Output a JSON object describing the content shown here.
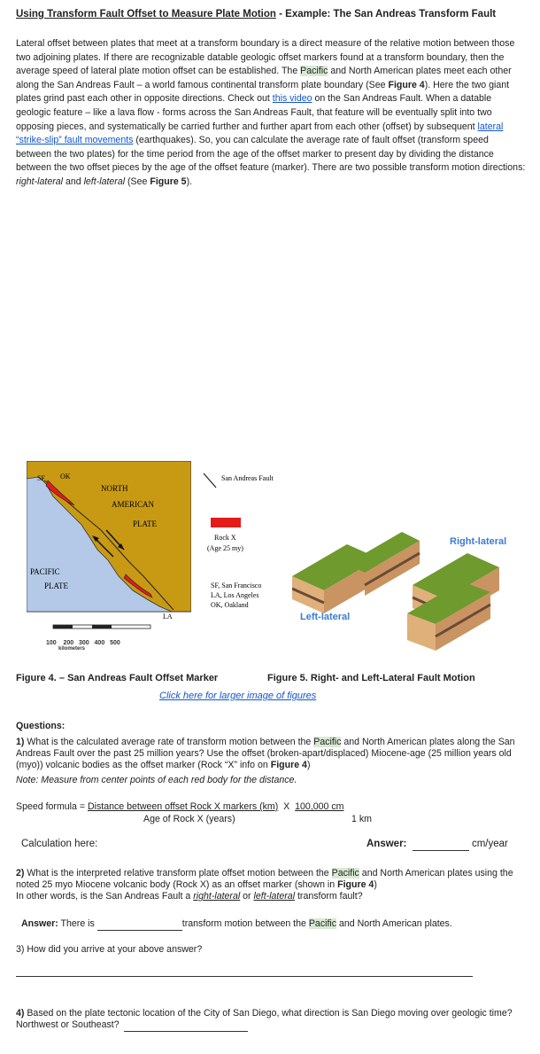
{
  "title": {
    "main": "Using Transform Fault Offset to Measure Plate Motion",
    "sep": " - ",
    "example": "Example: The San Andreas Transform Fault"
  },
  "intro": {
    "t1": "Lateral offset between plates that meet at a transform boundary is a direct measure of the relative motion between those two adjoining plates.  If there are recognizable datable geologic offset markers found at a transform boundary, then the average speed of lateral plate motion offset can be established.  The ",
    "pacific": "Pacific",
    "t2": " and North American plates meet each other along the San Andreas Fault – a world famous continental transform plate boundary (See ",
    "fig4": "Figure 4",
    "t3": ").  Here the two giant plates grind past each other in opposite directions. Check out ",
    "video_link": "this video",
    "t4": " on the San Andreas Fault.  When a datable geologic feature – like a lava flow - forms across the San Andreas Fault, that feature will be eventually split into two opposing pieces, and systematically be carried further and further apart from each other (offset) by subsequent ",
    "ss_link": "lateral “strike-slip” fault movements",
    "t5": " (earthquakes).  So, you can calculate the average rate of fault offset (transform speed between the two plates) for the time period from the age of the offset marker to present day by dividing the distance between the two offset pieces by the age of the offset feature (marker).  There are two possible transform motion directions: ",
    "rl": "right-lateral",
    "and": " and ",
    "ll": "left-lateral",
    "t6": " (See ",
    "fig5": "Figure 5",
    "t7": ")."
  },
  "map": {
    "ok": "OK",
    "sf": "SF",
    "north": "NORTH",
    "american": "AMERICAN",
    "plate": "PLATE",
    "pacific": "PACIFIC",
    "pacific_plate": "PLATE",
    "la": "LA",
    "scale_ticks": [
      "100",
      "200",
      "300",
      "400",
      "500"
    ],
    "scale_unit": "kilometers"
  },
  "legend": {
    "fault": "San Andreas Fault",
    "rock_x": "Rock X",
    "rock_age": "(Age 25 my)",
    "abbr1": "SF, San Francisco",
    "abbr2": "LA, Los Angeles",
    "abbr3": "OK, Oakland"
  },
  "blocks": {
    "left_lateral": "Left-lateral",
    "right_lateral": "Right-lateral"
  },
  "captions": {
    "fig4": "Figure 4. – San Andreas Fault Offset Marker",
    "fig5": "Figure 5.  Right- and Left-Lateral Fault Motion",
    "link": "Click here for larger image of figures"
  },
  "questions": {
    "heading": "Questions:",
    "q1_num": "1)",
    "q1_a": " What is the calculated average rate of transform motion between the ",
    "q1_pacific": "Pacific",
    "q1_b": " and North American plates along the San Andreas Fault over the past 25 million years?   Use the offset (broken-apart/displaced) Miocene-age (25 million years old (myo)) volcanic bodies as the offset marker (Rock “X” info on ",
    "q1_fig": "Figure 4",
    "q1_c": ")",
    "q1_note": "Note:  Measure from center points of each red body for the distance.",
    "speed_label": "Speed formula = ",
    "speed_num": "Distance between offset Rock X markers (km)",
    "speed_den": "Age of Rock X (years)",
    "speed_x": "X",
    "conv_num": "100,000 cm",
    "conv_den": "1 km",
    "calc": "Calculation here:",
    "answer": "Answer:",
    "answer_unit": "cm/year",
    "q2_num": "2)",
    "q2_a": " What is the interpreted relative transform plate offset motion between the ",
    "q2_pacific": "Pacific",
    "q2_b": " and North American plates using the noted 25 myo Miocene volcanic body (Rock X) as an offset marker (shown in ",
    "q2_fig": "Figure 4",
    "q2_c": ")",
    "q2_d": "In other words, is the San Andreas Fault a ",
    "q2_rl": "right-lateral",
    "q2_or": " or ",
    "q2_ll": "left-lateral",
    "q2_e": " transform fault?",
    "ans2_label": "Answer:",
    "ans2_a": " There is ",
    "ans2_b": "transform motion between the ",
    "ans2_pacific": "Pacific",
    "ans2_c": " and North American plates.",
    "q3": "3) How did you arrive at your above answer?",
    "q4_num": "4)",
    "q4_a": " Based on the plate tectonic location of the City of San Diego, what direction is San Diego moving over geologic time?  Northwest or Southeast?"
  }
}
